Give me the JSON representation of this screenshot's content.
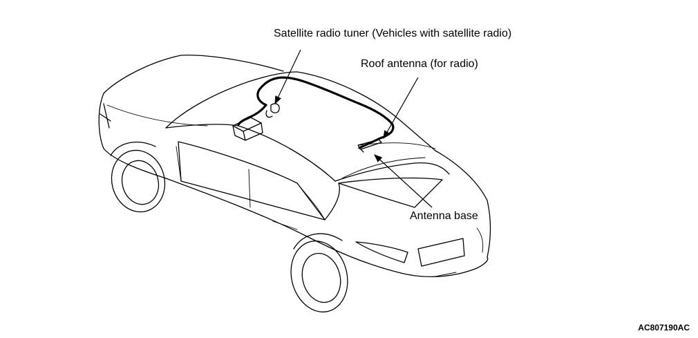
{
  "labels": {
    "tuner": "Satellite radio tuner (Vehicles with satellite radio)",
    "roof_antenna": "Roof antenna (for radio)",
    "antenna_base": "Antenna base"
  },
  "figure_id": "AC807190AC"
}
